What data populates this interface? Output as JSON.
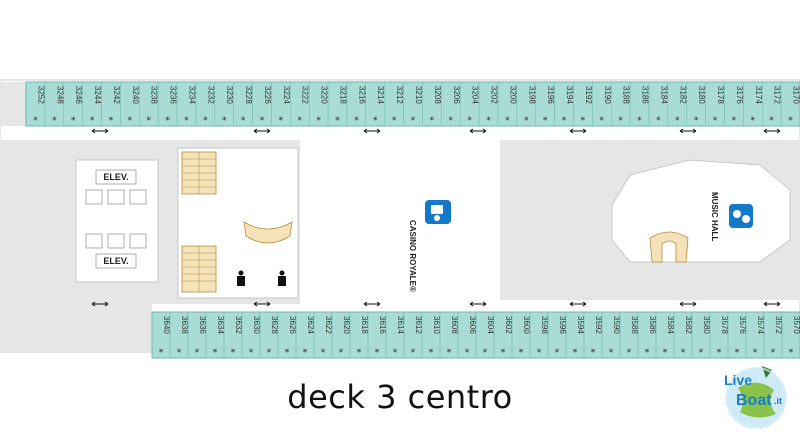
{
  "map": {
    "title": "deck 3 centro",
    "venues": {
      "casino": "CASINO ROYALE®",
      "music_hall": "MUSIC HALL"
    },
    "elevators": [
      "ELEV.",
      "ELEV."
    ],
    "top_cabins": [
      "3252",
      "3248",
      "3246",
      "3244",
      "3242",
      "3240",
      "3238",
      "3236",
      "3234",
      "3232",
      "3230",
      "3228",
      "3226",
      "3224",
      "3222",
      "3220",
      "3218",
      "3216",
      "3214",
      "3212",
      "3210",
      "3208",
      "3206",
      "3204",
      "3202",
      "3200",
      "3198",
      "3196",
      "3194",
      "3192",
      "3190",
      "3188",
      "3186",
      "3184",
      "3182",
      "3180",
      "3178",
      "3176",
      "3174",
      "3172",
      "3170"
    ],
    "bottom_cabins": [
      "3640",
      "3638",
      "3636",
      "3634",
      "3632",
      "3630",
      "3628",
      "3626",
      "3624",
      "3622",
      "3620",
      "3618",
      "3616",
      "3614",
      "3612",
      "3610",
      "3608",
      "3606",
      "3604",
      "3602",
      "3600",
      "3598",
      "3596",
      "3594",
      "3592",
      "3590",
      "3588",
      "3586",
      "3584",
      "3582",
      "3580",
      "3578",
      "3576",
      "3574",
      "3572",
      "3570"
    ],
    "colors": {
      "cabin": "#a8dcd4",
      "cabin_border": "#6fb9af",
      "public_area": "#e6e6e6",
      "venue_icon": "#1479c9"
    },
    "logo": {
      "line1": "Live",
      "line2": "Boat",
      "suffix": ".it"
    }
  }
}
